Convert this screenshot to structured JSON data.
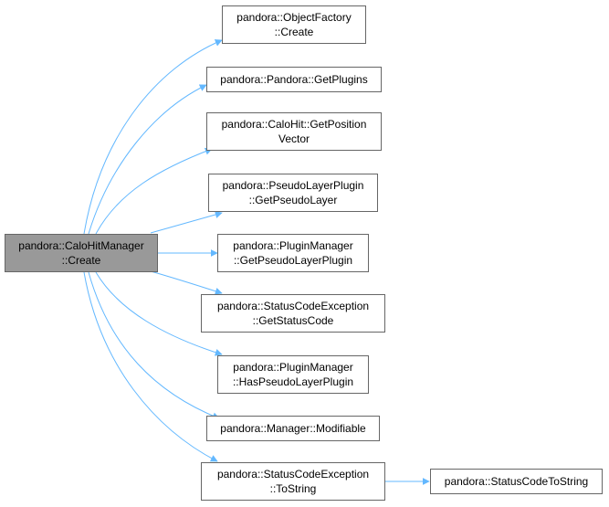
{
  "graph": {
    "root": {
      "line1": "pandora::CaloHitManager",
      "line2": "::Create"
    },
    "callees": [
      {
        "line1": "pandora::ObjectFactory",
        "line2": "::Create"
      },
      {
        "line1": "pandora::Pandora::GetPlugins",
        "line2": ""
      },
      {
        "line1": "pandora::CaloHit::GetPosition",
        "line2": "Vector"
      },
      {
        "line1": "pandora::PseudoLayerPlugin",
        "line2": "::GetPseudoLayer"
      },
      {
        "line1": "pandora::PluginManager",
        "line2": "::GetPseudoLayerPlugin"
      },
      {
        "line1": "pandora::StatusCodeException",
        "line2": "::GetStatusCode"
      },
      {
        "line1": "pandora::PluginManager",
        "line2": "::HasPseudoLayerPlugin"
      },
      {
        "line1": "pandora::Manager::Modifiable",
        "line2": ""
      },
      {
        "line1": "pandora::StatusCodeException",
        "line2": "::ToString"
      }
    ],
    "leaf": {
      "line1": "pandora::StatusCodeToString",
      "line2": ""
    },
    "edge_color": "#63b8ff",
    "root_fill": "#999999",
    "node_border": "#666666"
  }
}
